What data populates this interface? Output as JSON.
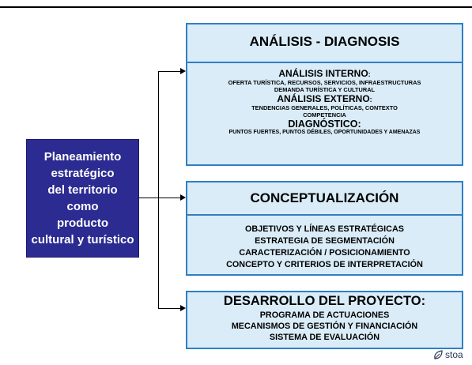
{
  "left_box": {
    "text": "Planeamiento\nestratégico\ndel territorio\ncomo\nproducto\ncultural y turístico"
  },
  "box1": {
    "title": "ANÁLISIS - DIAGNOSIS",
    "analisis_interno_title": "ANÁLISIS INTERNO",
    "analisis_interno_colon": ":",
    "analisis_interno_line1": "OFERTA TURÍSTICA, RECURSOS, SERVICIOS, INFRAESTRUCTURAS",
    "analisis_interno_line2": "DEMANDA TURÍSTICA Y CULTURAL",
    "analisis_externo_title": "ANÁLISIS EXTERNO",
    "analisis_externo_colon": ":",
    "analisis_externo_line1": "TENDENCIAS GENERALES, POLÍTICAS, CONTEXTO",
    "analisis_externo_line2": "COMPETENCIA",
    "diagnostico_title": "DIAGNÓSTICO:",
    "diagnostico_line1": "PUNTOS FUERTES, PUNTOS DÉBILES, OPORTUNIDADES Y AMENAZAS"
  },
  "box2": {
    "title": "CONCEPTUALIZACIÓN",
    "items": [
      "OBJETIVOS Y LÍNEAS ESTRATÉGICAS",
      "ESTRATEGIA DE SEGMENTACIÓN",
      "CARACTERIZACIÓN / POSICIONAMIENTO",
      "CONCEPTO Y CRITERIOS DE INTERPRETACIÓN"
    ]
  },
  "box3": {
    "title": "DESARROLLO DEL PROYECTO:",
    "items": [
      "PROGRAMA DE ACTUACIONES",
      "MECANISMOS DE GESTIÓN Y FINANCIACIÓN",
      "SISTEMA DE EVALUACIÓN"
    ]
  },
  "logo": {
    "text": "stoa",
    "icon": "leaf-logo-icon"
  },
  "colors": {
    "left_box": "#2b2b91",
    "box_fill": "#d9ecf8",
    "box_border": "#2f7fc4"
  }
}
